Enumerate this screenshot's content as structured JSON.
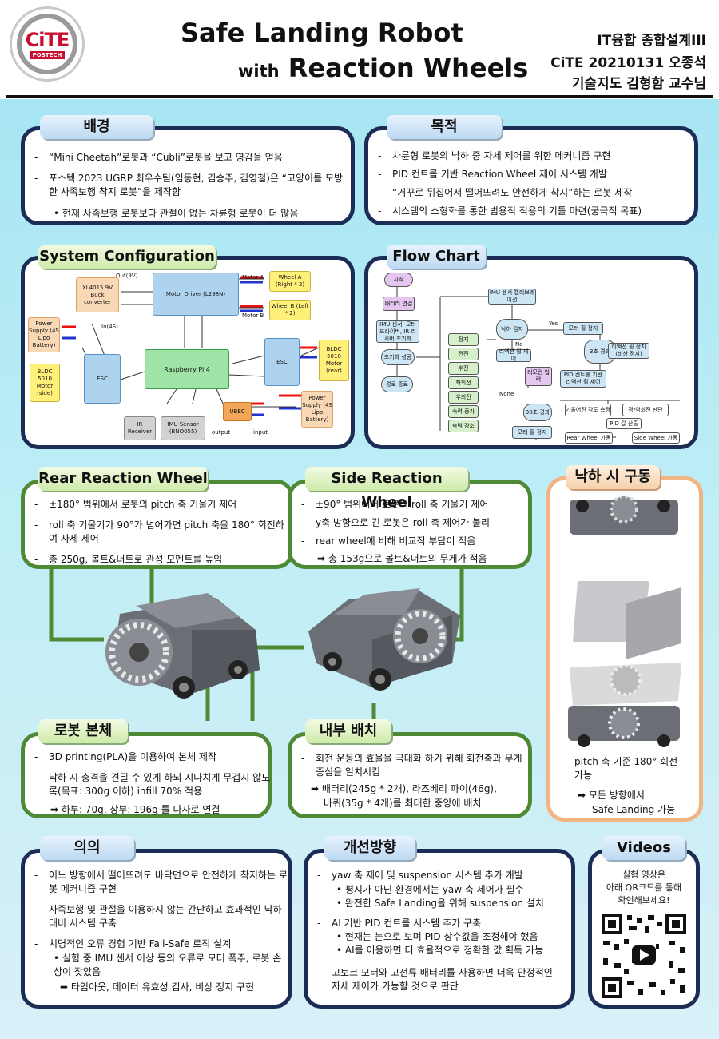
{
  "header": {
    "logo_text": "CiTE",
    "logo_sub": "POSTECH",
    "title_line1": "Safe Landing Robot",
    "title_line2_small": "with",
    "title_line2_big": "Reaction Wheels",
    "course": "IT융합 종합설계III",
    "student": "CiTE 20210131 오종석",
    "advisor": "기술지도 김형함 교수님"
  },
  "background": {
    "label": "배경",
    "items": [
      "“Mini Cheetah”로봇과 “Cubli”로봇을 보고 영감을 얻음",
      "포스텍 2023 UGRP 최우수팀(임동현, 김승주, 김영철)은 “고양이를 모방한 사족보행 착지 로봇”을 제작함",
      "• 현재 사족보행 로봇보다 관절이 없는 차륜형 로봇이 더 많음"
    ]
  },
  "purpose": {
    "label": "목적",
    "items": [
      "차륜형 로봇의 낙하 중 자세 제어를 위한 메커니즘 구현",
      "PID 컨트롤 기반 Reaction Wheel 제어 시스템 개발",
      "“거꾸로 뒤집어서 떨어뜨려도 안전하게 착지”하는 로봇 제작",
      "시스템의 소형화를 통한 범용적 적용의 기틀 마련(궁극적 목표)"
    ]
  },
  "system": {
    "label": "System Configuration",
    "nodes": {
      "buck": "XL4015 9V Buck converter",
      "motor_driver": "Motor Driver (L298N)",
      "wheel_a": "Wheel A (Right * 2)",
      "wheel_b": "Wheel B (Left * 2)",
      "power_side": "Power Supply (4S Lipo Battery)",
      "bldc_side": "BLDC 5010 Motor (side)",
      "esc_left": "ESC",
      "rpi": "Raspberry Pi 4",
      "esc_right": "ESC",
      "bldc_rear": "BLDC 5010 Motor (rear)",
      "ir": "IR Receiver",
      "imu": "IMU Sensor (BNO055)",
      "ubec": "UBEC",
      "power_right": "Power Supply (4S Lipo Battery)"
    },
    "texts": {
      "out": "Out(9V)",
      "in": "In(4S)",
      "motor_a": "Motor A",
      "motor_b": "Motor B",
      "output": "output",
      "input": "input"
    }
  },
  "flow": {
    "label": "Flow Chart",
    "nodes": {
      "start": "시작",
      "battery": "배터리 연결",
      "init": "IMU 센서, 모터 드라이버, IR 리시버 초기화",
      "init_ok": "초기화 성공",
      "end": "경로 종료",
      "calib": "IMU 센서 캘리브레이션",
      "falling": "낙하 감지",
      "stop1": "모터 휠 정지",
      "rw_control": "리액션 휠 제어",
      "sec3": "3초 경과",
      "stop_rw": "리액션 휠 정지 (비상 정지)",
      "pid": "PID 컨트롤 기반 리액션 휠 제어",
      "remote": "리모컨 입력",
      "none": "None",
      "sec30": "30초 경과",
      "stop2": "모터 휠 정지",
      "tilt": "기울어진 각도 측정",
      "judge": "정/역회전 판단",
      "pid_calc": "PID 값 산출",
      "rear_drive": "Rear Wheel 가동",
      "side_drive": "Side Wheel 가동",
      "menu": [
        "정지",
        "전진",
        "후진",
        "좌회전",
        "우회전",
        "속력 증가",
        "속력 감소"
      ],
      "yes": "Yes",
      "no": "No"
    }
  },
  "rear": {
    "label": "Rear Reaction Wheel",
    "items": [
      "±180° 범위에서 로봇의 pitch 축 기울기 제어",
      "roll 축 기울기가 90°가 넘어가면 pitch 축을 180° 회전하여 자세 제어",
      "총 250g, 볼트&너트로 관성 모멘트를 높임"
    ]
  },
  "side": {
    "label": "Side Reaction Wheel",
    "items": [
      "±90° 범위에서 로봇의 roll 축 기울기 제어",
      "y축 방향으로 긴 로봇은 roll 축 제어가 불리",
      "rear wheel에 비해 비교적 부담이 적음"
    ],
    "note": "➡ 총 153g으로 볼트&너트의 무게가 적음"
  },
  "falling_drive": {
    "label": "낙하 시 구동",
    "item": "pitch 축 기준 180° 회전 가능",
    "note_line1": "➡ 모든 방향에서",
    "note_line2": "Safe Landing 가능"
  },
  "body": {
    "label": "로봇 본체",
    "items": [
      "3D printing(PLA)을 이용하여 본체 제작",
      "낙하 시 충격을 견딜 수 있게 하되 지나치게 무겁지 않도록(목표: 300g 이하) infill 70% 적용"
    ],
    "note": "➡ 하부: 70g, 상부: 196g 를 나사로 연결"
  },
  "internal": {
    "label": "내부 배치",
    "item": "회전 운동의 효율을 극대화 하기 위해 회전축과 무게중심을 일치시킴",
    "note_line1": "➡ 배터리(245g * 2개), 라즈베리 파이(46g),",
    "note_line2": "바퀴(35g * 4개)를 최대한 중앙에 배치"
  },
  "significance": {
    "label": "의의",
    "items": [
      "어느 방향에서 떨어뜨려도 바닥면으로 안전하게 착지하는 로봇 메커니즘 구현",
      "사족보행 및 관절을 이용하지 않는 간단하고 효과적인 낙하 대비 시스템 구축",
      "치명적인 오류 경험 기반 Fail-Safe 로직 설계"
    ],
    "sub1": "• 실험 중 IMU 센서 이상 등의 오류로 모터 폭주, 로봇 손상이 잦았음",
    "sub2": "➡ 타임아웃, 데이터 유효성 검사, 비상 정지 구현"
  },
  "improvement": {
    "label": "개선방향",
    "item1": "yaw 축 제어 및 suspension 시스템 추가 개발",
    "item1_sub1": "• 평지가 아닌 환경에서는 yaw 축 제어가 필수",
    "item1_sub2": "• 완전한 Safe Landing을 위해 suspension 설치",
    "item2": "AI 기반 PID 컨트롤 시스템 추가 구축",
    "item2_sub1": "• 현재는 눈으로 보며 PID 상수값을 조정해야 했음",
    "item2_sub2": "• AI를 이용하면 더 효율적으로 정확한 값 획득 가능",
    "item3": "고토크 모터와 고전류 배터리를 사용하면 더욱 안정적인 자세 제어가 가능할 것으로 판단"
  },
  "videos": {
    "label": "Videos",
    "line1": "실험 영상은",
    "line2": "아래 QR코드를 통해",
    "line3": "확인해보세요!"
  }
}
